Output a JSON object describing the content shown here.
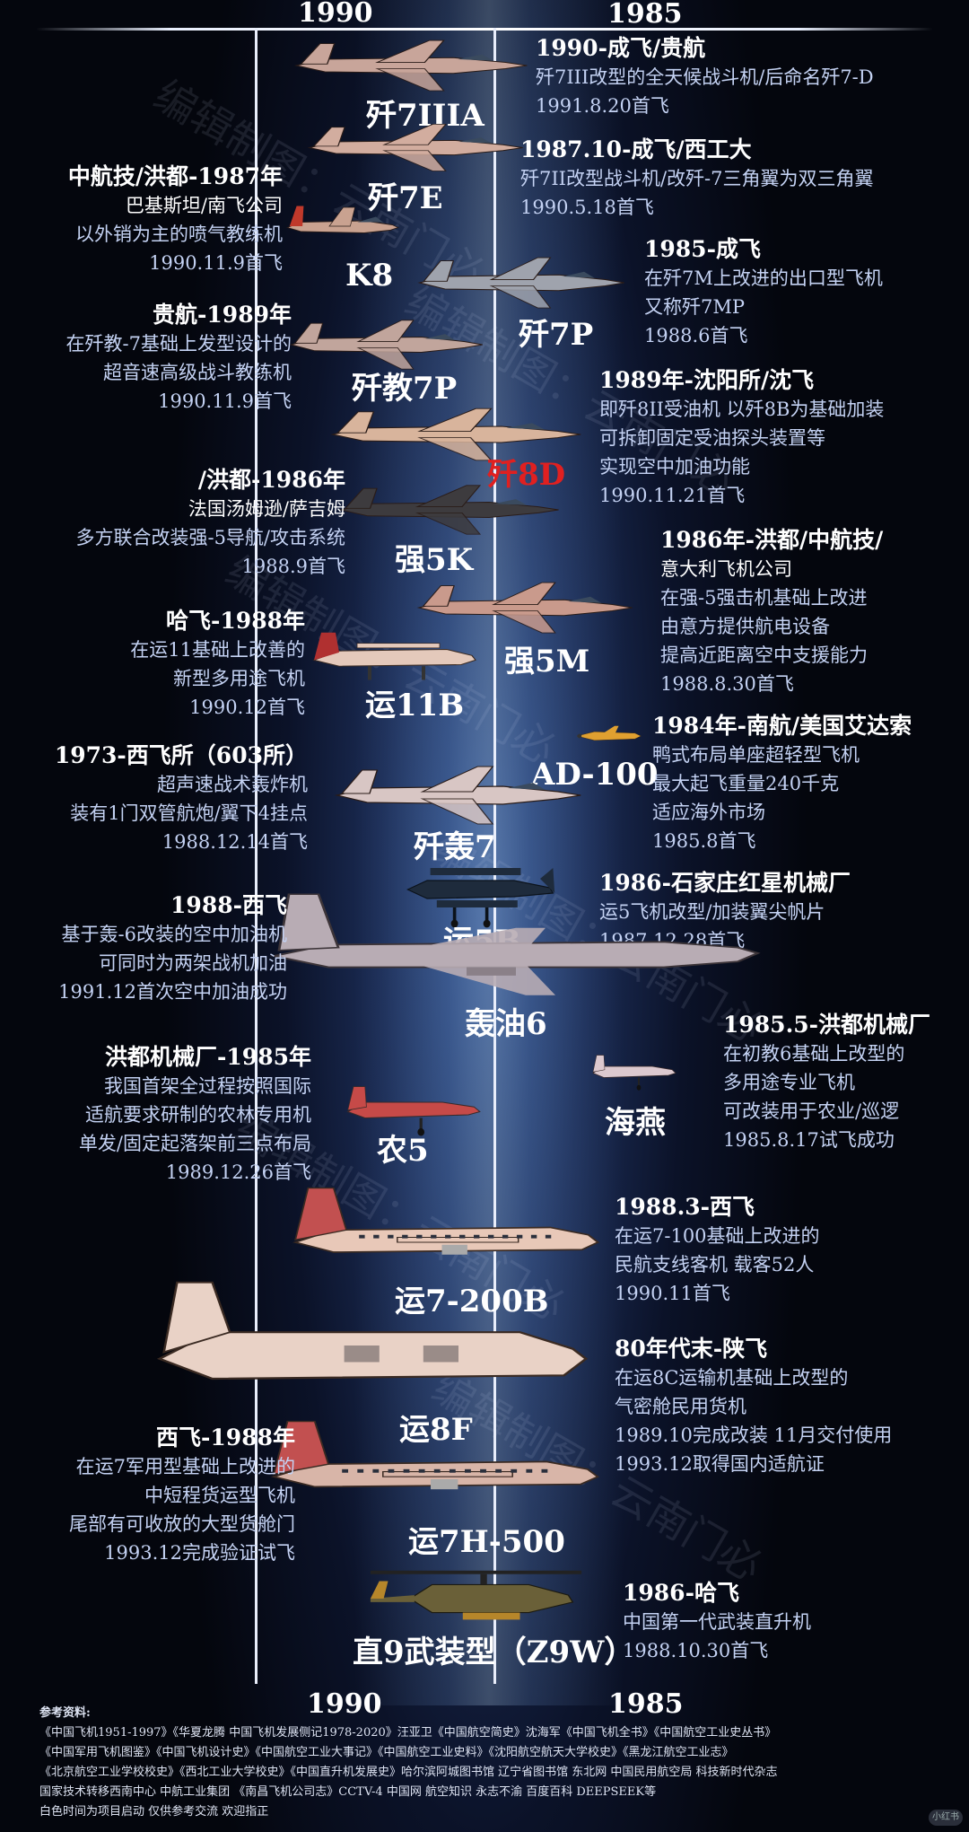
{
  "timeline": {
    "year_left": "1990",
    "year_right": "1985"
  },
  "watermark": "编辑制图：云南门必",
  "aircraft": [
    {
      "name": "歼7IIIA",
      "desc": [
        "1990-成飞/贵航",
        "歼7III改型的全天候战斗机/后命名歼7-D",
        "1991.8.20首飞"
      ],
      "color": "#c8a59a",
      "shape": "jet"
    },
    {
      "name": "歼7E",
      "desc": [
        "1987.10-成飞/西工大",
        "歼7II改型战斗机/改歼-7三角翼为双三角翼",
        "1990.5.18首飞"
      ],
      "color": "#d2ad9f",
      "shape": "jet"
    },
    {
      "name": "K8",
      "desc": [
        "中航技/洪都-1987年",
        "巴基斯坦/南飞公司",
        "以外销为主的喷气教练机",
        "1990.11.9首飞"
      ],
      "color": "#c9a290",
      "shape": "trainer"
    },
    {
      "name": "歼7P",
      "desc": [
        "1985-成飞",
        "在歼7M上改进的出口型飞机",
        "又称歼7MP",
        "1988.6首飞"
      ],
      "color": "#9fa3ad",
      "shape": "jet"
    },
    {
      "name": "歼教7P",
      "desc": [
        "贵航-1989年",
        "在歼教-7基础上发型设计的",
        "超音速高级战斗教练机",
        "1990.11.9首飞"
      ],
      "color": "#c1a59c",
      "shape": "jet"
    },
    {
      "name": "歼8D",
      "desc": [
        "1989年-沈阳所/沈飞",
        "即歼8II受油机 以歼8B为基础加装",
        "可拆卸固定受油探头装置等",
        "实现空中加油功能",
        "1990.11.21首飞"
      ],
      "color": "#d8b49c",
      "shape": "jet"
    },
    {
      "name": "强5K",
      "desc": [
        "/洪都-1986年",
        "法国汤姆逊/萨吉姆",
        "多方联合改装强-5导航/攻击系统",
        "1988.9首飞"
      ],
      "color": "#3d3b3e",
      "shape": "jet"
    },
    {
      "name": "强5M",
      "desc": [
        "1986年-洪都/中航技/",
        "意大利飞机公司",
        "在强-5强击机基础上改进",
        "由意方提供航电设备",
        "提高近距离空中支援能力",
        "1988.8.30首飞"
      ],
      "color": "#c99a8c",
      "shape": "jet"
    },
    {
      "name": "运11B",
      "desc": [
        "哈飞-1988年",
        "在运11基础上改善的",
        "新型多用途飞机",
        "1990.12首飞"
      ],
      "color": "#e4c9bb",
      "shape": "prop"
    },
    {
      "name": "AD-100",
      "desc": [
        "1984年-南航/美国艾达索",
        "鸭式布局单座超轻型飞机",
        "最大起飞重量240千克",
        "适应海外市场",
        "1985.8首飞"
      ],
      "color": "#e0a030",
      "shape": "light"
    },
    {
      "name": "歼轰7",
      "desc": [
        "1973-西飞所（603所）",
        "超声速战术轰炸机",
        "装有1门双管航炮/翼下4挂点",
        "1988.12.14首飞"
      ],
      "color": "#d8c6c4",
      "shape": "jet"
    },
    {
      "name": "运5B",
      "desc": [
        "1986-石家庄红星机械厂",
        "运5飞机改型/加装翼尖帆片",
        "1987.12.28首飞"
      ],
      "color": "#1e2b3c",
      "shape": "biplane"
    },
    {
      "name": "轰油6",
      "desc": [
        "1988-西飞",
        "基于轰-6改装的空中加油机",
        "可同时为两架战机加油",
        "1991.12首次空中加油成功"
      ],
      "color": "#b8acb4",
      "shape": "bomber"
    },
    {
      "name": "海燕",
      "desc": [
        "1985.5-洪都机械厂",
        "在初教6基础上改型的",
        "多用途专业飞机",
        "可改装用于农业/巡逻",
        "1985.8.17试飞成功"
      ],
      "color": "#dcc9cf",
      "shape": "small"
    },
    {
      "name": "农5",
      "desc": [
        "洪都机械厂-1985年",
        "我国首架全过程按照国际",
        "适航要求研制的农林专用机",
        "单发/固定起落架前三点布局",
        "1989.12.26首飞"
      ],
      "color": "#c64a48",
      "shape": "small"
    },
    {
      "name": "运7-200B",
      "desc": [
        "1988.3-西飞",
        "在运7-100基础上改进的",
        "民航支线客机 载客52人",
        "1990.11首飞"
      ],
      "color": "#e8c8b8",
      "shape": "airliner"
    },
    {
      "name": "运8F",
      "desc": [
        "80年代末-陕飞",
        "在运8C运输机基础上改型的",
        "气密舱民用货机",
        "1989.10完成改装 11月交付使用",
        "1993.12取得国内适航证"
      ],
      "color": "#e9d2c6",
      "shape": "transport"
    },
    {
      "name": "运7H-500",
      "desc": [
        "西飞-1988年",
        "在运7军用型基础上改进的",
        "中短程货运型飞机",
        "尾部有可收放的大型货舱门",
        "1993.12完成验证试飞"
      ],
      "color": "#d8b5a8",
      "shape": "airliner"
    },
    {
      "name": "直9武装型（Z9W）",
      "desc": [
        "1986-哈飞",
        "中国第一代武装直升机",
        "1988.10.30首飞"
      ],
      "color": "#6a6038",
      "shape": "heli"
    }
  ],
  "references": {
    "title": "参考资料:",
    "lines": [
      "《中国飞机1951-1997》《华夏龙腾 中国飞机发展侧记1978-2020》汪亚卫《中国航空简史》沈海军《中国飞机全书》《中国航空工业史丛书》",
      "《中国军用飞机图鉴》《中国飞机设计史》《中国航空工业大事记》《中国航空工业史料》《沈阳航空航天大学校史》《黑龙江航空工业志》",
      "《北京航空工业学校校史》《西北工业大学校史》《中国直升机发展史》哈尔滨阿城图书馆 辽宁省图书馆 东北网 中国民用航空局 科技新时代杂志",
      "国家技术转移西南中心 中航工业集团 《南昌飞机公司志》CCTV-4 中国网 航空知识 永志不渝 百度百科 DEEPSEEK等",
      "白色时间为项目启动 仅供参考交流 欢迎指正"
    ]
  },
  "badge": "小红书"
}
